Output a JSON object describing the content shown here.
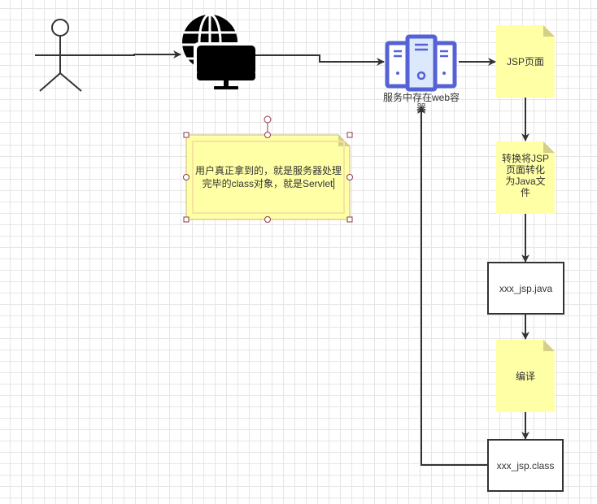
{
  "diagram": {
    "nodes": {
      "user": {
        "type": "actor",
        "label": ""
      },
      "browser": {
        "type": "globe-monitor-icon",
        "label": ""
      },
      "server": {
        "type": "server-icon",
        "label": "服务中存在web容器",
        "label_line1": "服务中存在web容",
        "label_line2": "器"
      },
      "jsp_page": {
        "type": "note",
        "label": "JSP页面"
      },
      "convert": {
        "type": "note",
        "label": "转换将JSP页面转化为Java文件",
        "label_line1": "转换将JSP",
        "label_line2": "页面转化",
        "label_line3": "为Java文",
        "label_line4": "件"
      },
      "java_file": {
        "type": "box",
        "label": "xxx_jsp.java"
      },
      "compile": {
        "type": "note",
        "label": "编译"
      },
      "class_file": {
        "type": "box",
        "label": "xxx_jsp.class"
      },
      "annotation": {
        "type": "note",
        "selected": true,
        "label_line1": "用户真正拿到的，就是服务器处理",
        "label_line2": "完毕的class对象，就是Servlet"
      }
    },
    "edges": [
      {
        "from": "user",
        "to": "browser"
      },
      {
        "from": "browser",
        "to": "server"
      },
      {
        "from": "server",
        "to": "jsp_page"
      },
      {
        "from": "jsp_page",
        "to": "convert"
      },
      {
        "from": "convert",
        "to": "java_file"
      },
      {
        "from": "java_file",
        "to": "compile"
      },
      {
        "from": "compile",
        "to": "class_file"
      },
      {
        "from": "class_file",
        "to": "server"
      }
    ],
    "colors": {
      "note_fill": "#FFFFA6",
      "note_fold": "#D4D088",
      "server_blue": "#5562D6",
      "server_fill": "#DCE8FB",
      "edge": "#333333",
      "grid": "#E6E6E6",
      "selection": "#8B3A4A"
    }
  }
}
